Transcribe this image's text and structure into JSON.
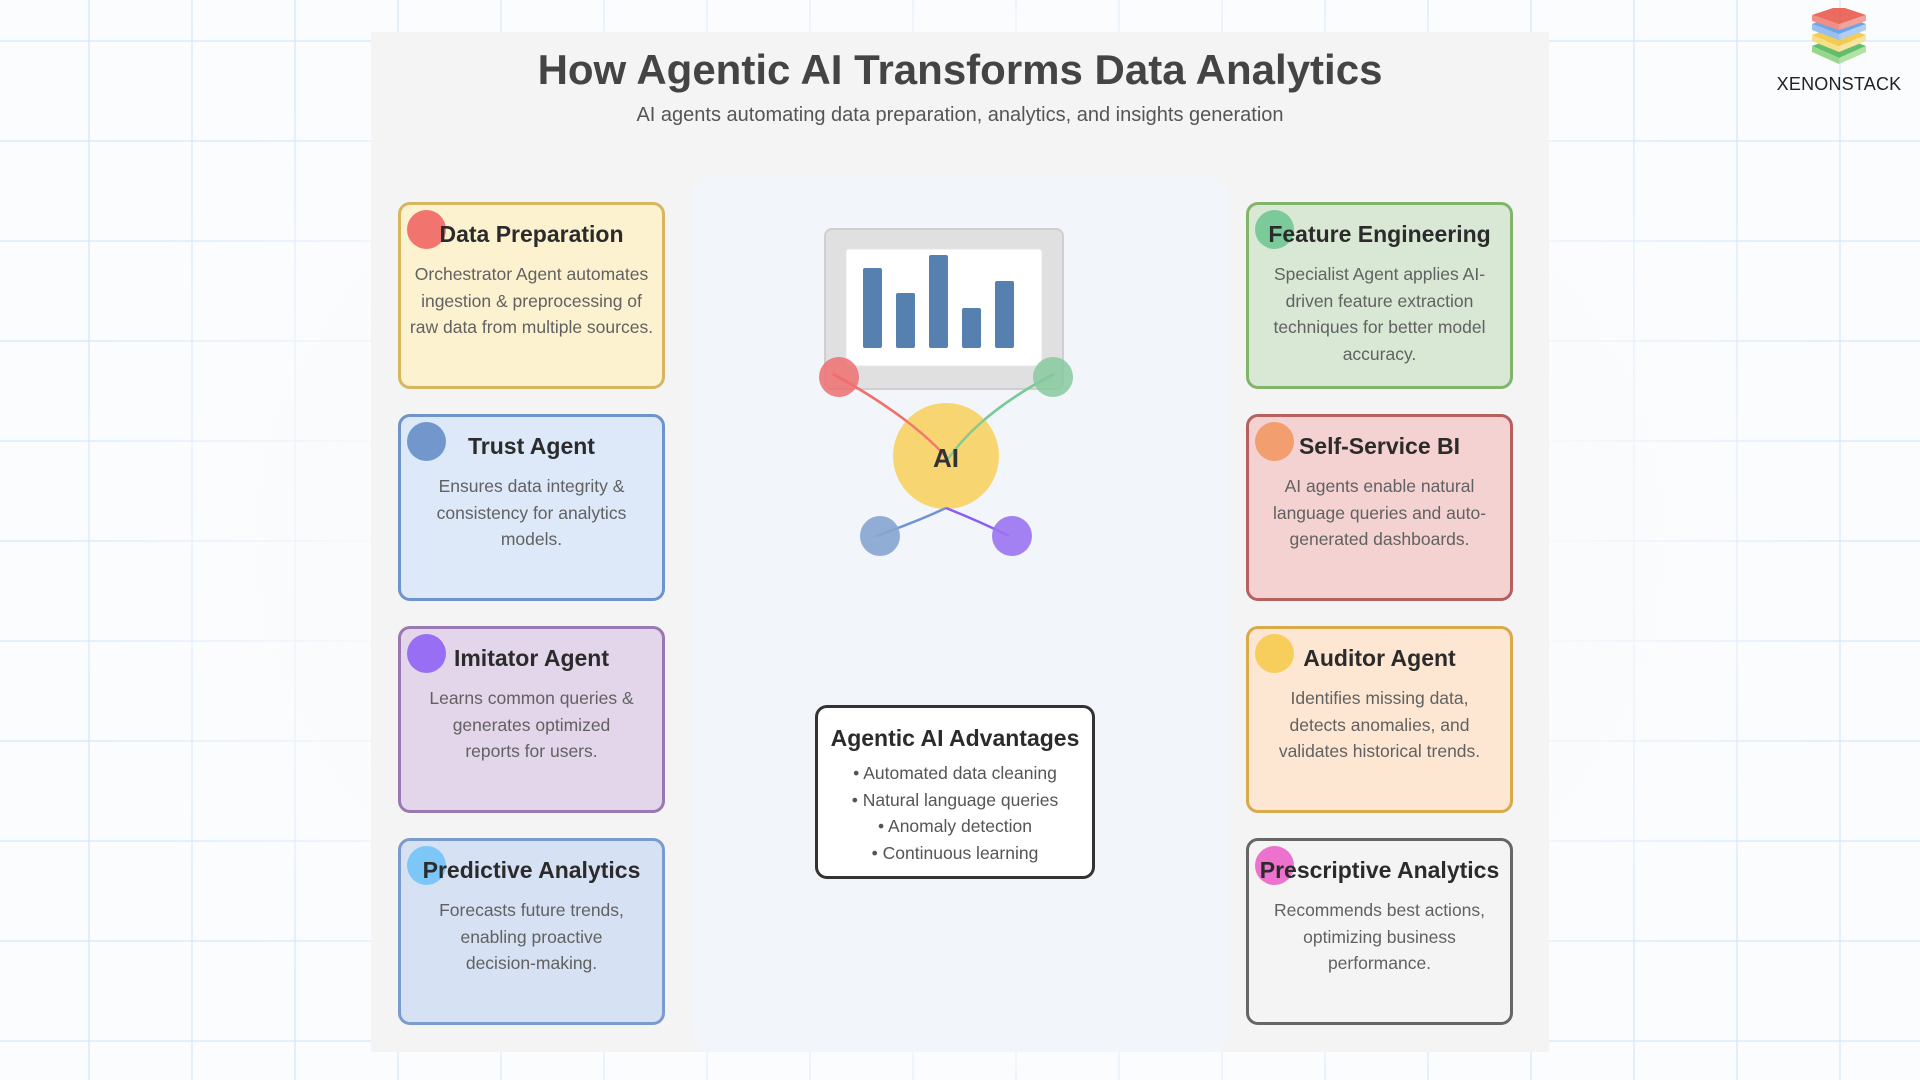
{
  "header": {
    "title": "How Agentic AI Transforms Data Analytics",
    "subtitle": "AI agents automating data preparation, analytics, and insights generation"
  },
  "logo": {
    "text": "XENONSTACK",
    "layers": [
      "#e8473b",
      "#4a90e2",
      "#f3c128",
      "#3fae49"
    ]
  },
  "left_cards": [
    {
      "title": "Data Preparation",
      "description": "Orchestrator Agent automates ingestion & preprocessing of raw data from multiple sources.",
      "bg": "#fdf2d0",
      "border": "#d8b65f",
      "dot": "#ef5e5e"
    },
    {
      "title": "Trust Agent",
      "description": "Ensures data integrity & consistency for analytics models.",
      "bg": "#dde8f9",
      "border": "#6f94c9",
      "dot": "#5e88c6"
    },
    {
      "title": "Imitator Agent",
      "description": "Learns common queries & generates optimized reports for users.",
      "bg": "#e3d6ea",
      "border": "#9a78b2",
      "dot": "#8b5cf6"
    },
    {
      "title": "Predictive Analytics",
      "description": "Forecasts future trends, enabling proactive decision-making.",
      "bg": "#d6e1f3",
      "border": "#7a9ccc",
      "dot": "#6cc2f7"
    }
  ],
  "right_cards": [
    {
      "title": "Feature Engineering",
      "description": "Specialist Agent applies AI-driven feature extraction techniques for better model accuracy.",
      "bg": "#d9e8d5",
      "border": "#82b46a",
      "dot": "#6bc48f"
    },
    {
      "title": "Self-Service BI",
      "description": "AI agents enable natural language queries and auto-generated dashboards.",
      "bg": "#f4d2d2",
      "border": "#b86060",
      "dot": "#f2955e"
    },
    {
      "title": "Auditor Agent",
      "description": "Identifies missing data, detects anomalies, and validates historical trends.",
      "bg": "#fde7d2",
      "border": "#d9a94a",
      "dot": "#f6c847"
    },
    {
      "title": "Prescriptive Analytics",
      "description": "Recommends best actions, optimizing business performance.",
      "bg": "#f4f4f4",
      "border": "#666666",
      "dot": "#ea5bc6"
    }
  ],
  "illustration": {
    "hub_label": "AI",
    "hub_color": "#f7d672",
    "bar_color": "#5580b0",
    "bar_heights": [
      80,
      55,
      93,
      40,
      67
    ],
    "nodes": [
      {
        "position": "top-left",
        "color": "#ef6f6f"
      },
      {
        "position": "top-right",
        "color": "#86c99e"
      },
      {
        "position": "bottom-left",
        "color": "#86a5d0"
      },
      {
        "position": "bottom-right",
        "color": "#9a74f2"
      }
    ]
  },
  "advantages": {
    "title": "Agentic AI Advantages",
    "items": [
      "• Automated data cleaning",
      "• Natural language queries",
      "• Anomaly detection",
      "• Continuous learning"
    ]
  }
}
